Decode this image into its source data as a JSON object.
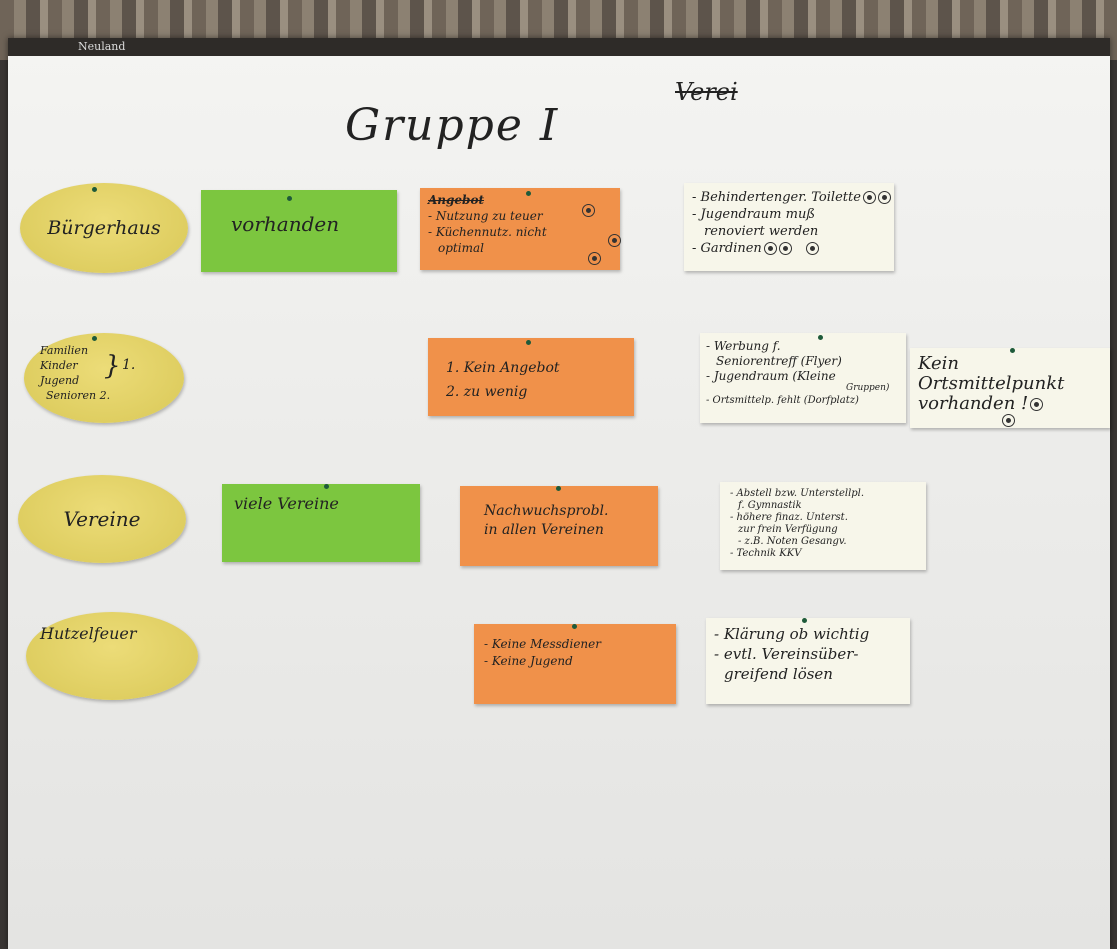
{
  "board": {
    "brand": "Neuland",
    "title": "Gruppe I",
    "title_strike": "Verei"
  },
  "rows": [
    {
      "label": "Bürgerhaus",
      "green": "vorhanden",
      "orange_strike": "Angebot",
      "orange": [
        "- Nutzung zu teuer",
        "- Küchennutz. nicht",
        "optimal"
      ],
      "note": [
        "- Behindertenger. Toilette",
        "- Jugendraum muß",
        "renoviert werden",
        "- Gardinen"
      ]
    },
    {
      "label": [
        "Familien",
        "Kinder",
        "Jugend",
        "Senioren 2."
      ],
      "label_bracket": "1.",
      "orange": [
        "1. Kein Angebot",
        "2. zu wenig"
      ],
      "note": [
        "- Werbung f.",
        "Seniorentreff (Flyer)",
        "- Jugendraum (Kleine",
        "Gruppen)",
        "- Ortsmittelp. fehlt (Dorfplatz)"
      ],
      "note2": [
        "Kein",
        "Ortsmittelpunkt",
        "vorhanden !"
      ]
    },
    {
      "label": "Vereine",
      "green": "viele Vereine",
      "orange": [
        "Nachwuchsprobl.",
        "in allen Vereinen"
      ],
      "note": [
        "- Abstell bzw. Unterstellpl.",
        "f. Gymnastik",
        "- höhere finaz. Unterst.",
        "zur frein Verfügung",
        "- z.B. Noten Gesangv.",
        "- Technik KKV"
      ]
    },
    {
      "label": "Hutzelfeuer",
      "orange": [
        "- Keine Messdiener",
        "- Keine Jugend"
      ],
      "note": [
        "- Klärung ob wichtig",
        "- evtl. Vereinsüber-",
        "greifend lösen"
      ]
    }
  ]
}
